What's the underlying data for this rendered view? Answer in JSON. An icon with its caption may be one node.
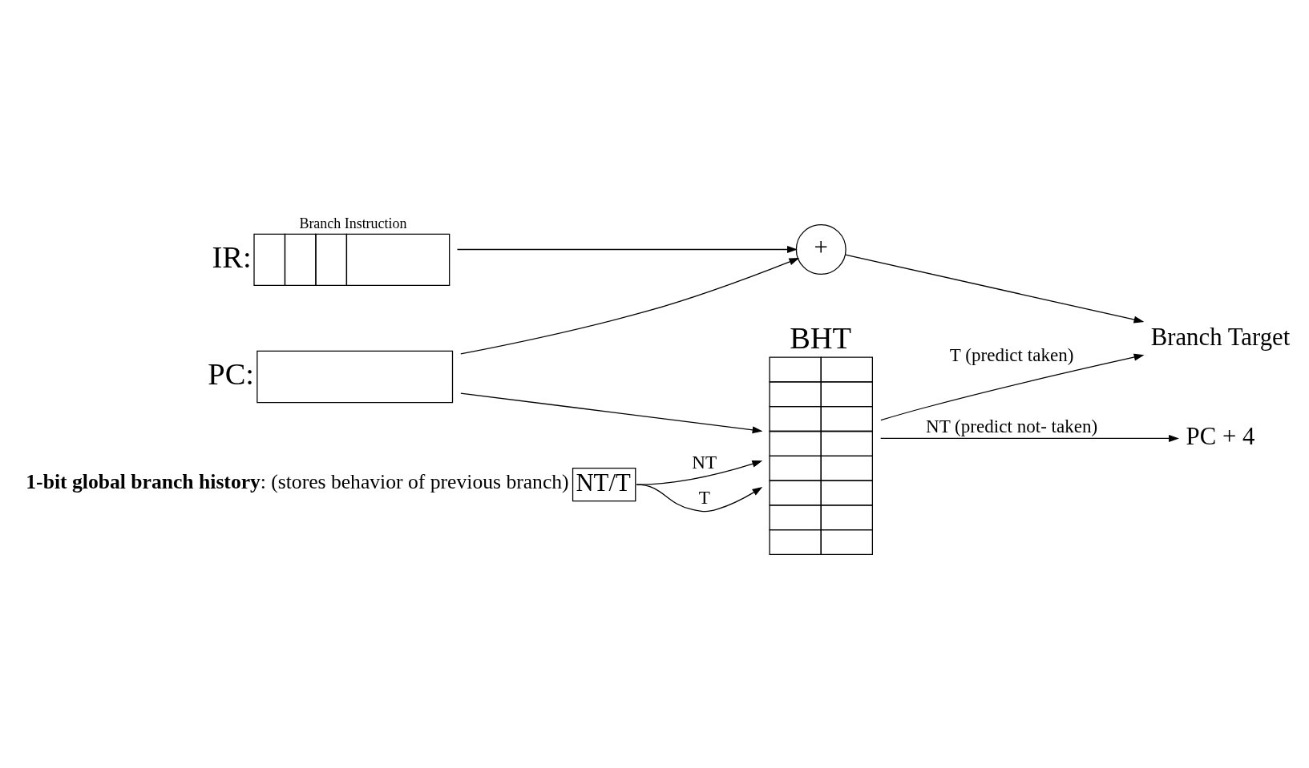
{
  "diagram": {
    "nodes": [
      {
        "text": [
          "Branch Instruction",
          "IR:"
        ]
      },
      {
        "text": [
          "PC:"
        ]
      },
      {
        "text": [
          "+"
        ]
      },
      {
        "text": [
          "Branch Target"
        ]
      },
      {
        "text": [
          "BHT"
        ]
      },
      {
        "text": [
          "PC + 4"
        ]
      },
      {
        "text": [
          "NT/T"
        ],
        "beside": [
          "**1-bit global branch history**: (stores behavior of previous branch)"
        ]
      }
    ],
    "edges": [
      {
        "from": 0,
        "to": 2,
        "arrow": "to"
      },
      {
        "from": 1,
        "to": 2,
        "arrow": "to"
      },
      {
        "from": 2,
        "to": 3,
        "arrow": "to"
      },
      {
        "from": 1,
        "to": 4,
        "arrow": "to"
      },
      {
        "from": 4,
        "to": 3,
        "label": "T (predict taken)",
        "arrow": "to"
      },
      {
        "from": 4,
        "to": 5,
        "label": "NT (predict not- taken)",
        "arrow": "to"
      },
      {
        "from": 6,
        "to": 4,
        "label": "NT",
        "arrow": "to"
      },
      {
        "from": 6,
        "to": 4,
        "label": "T",
        "arrow": "to"
      }
    ]
  }
}
